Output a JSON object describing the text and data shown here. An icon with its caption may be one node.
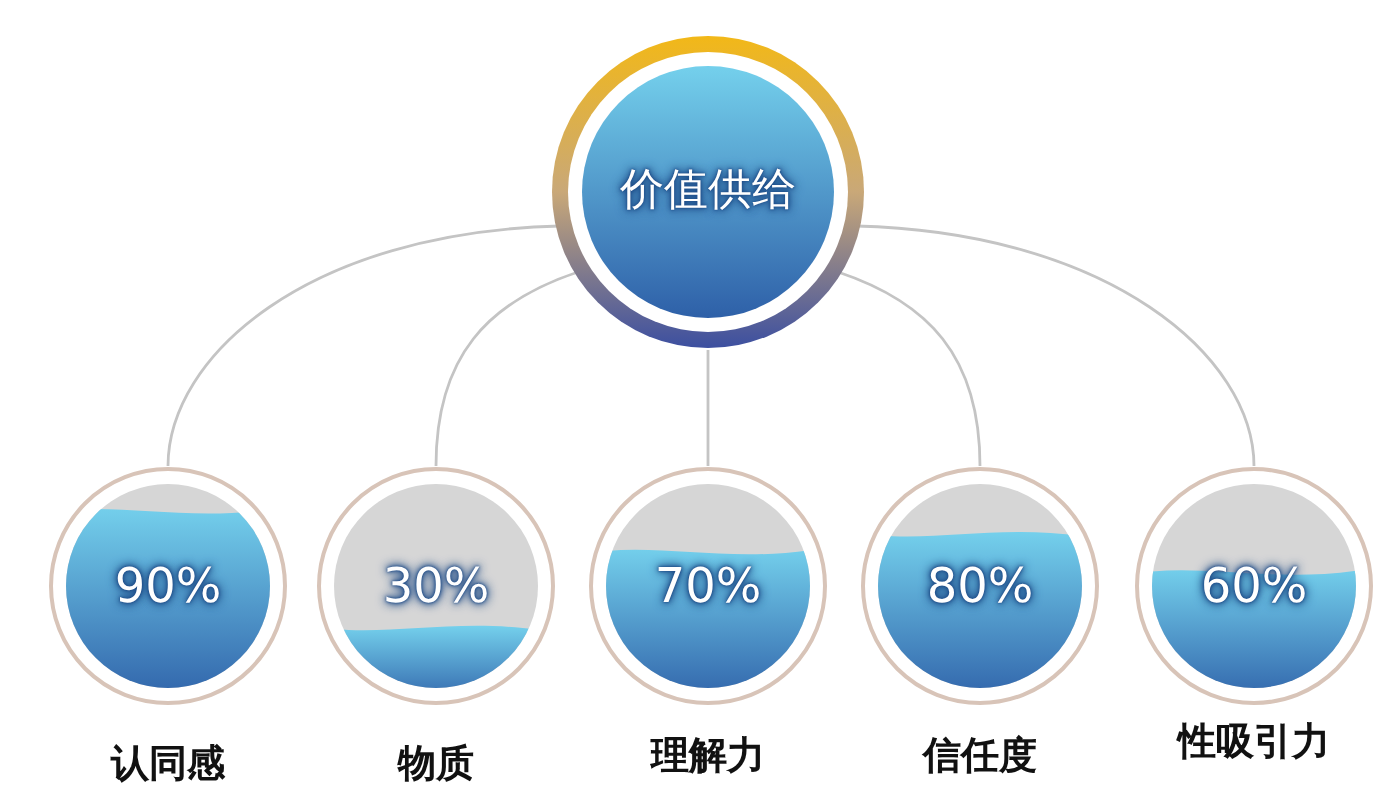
{
  "diagram": {
    "nodes": [
      {
        "text": [
          "价值供给"
        ]
      },
      {
        "text": [
          "90%"
        ],
        "beside": [
          "认同感"
        ]
      },
      {
        "text": [
          "30%"
        ],
        "beside": [
          "物质"
        ]
      },
      {
        "text": [
          "70%"
        ],
        "beside": [
          "理解力"
        ]
      },
      {
        "text": [
          "80%"
        ],
        "beside": [
          "信任度"
        ]
      },
      {
        "text": [
          "60%"
        ],
        "beside": [
          "性吸引力"
        ]
      }
    ],
    "edges": [
      {
        "from": 0,
        "to": 1,
        "arrow": "none"
      },
      {
        "from": 0,
        "to": 2,
        "arrow": "none"
      },
      {
        "from": 0,
        "to": 3,
        "arrow": "none"
      },
      {
        "from": 0,
        "to": 4,
        "arrow": "none"
      },
      {
        "from": 0,
        "to": 5,
        "arrow": "none"
      }
    ]
  }
}
